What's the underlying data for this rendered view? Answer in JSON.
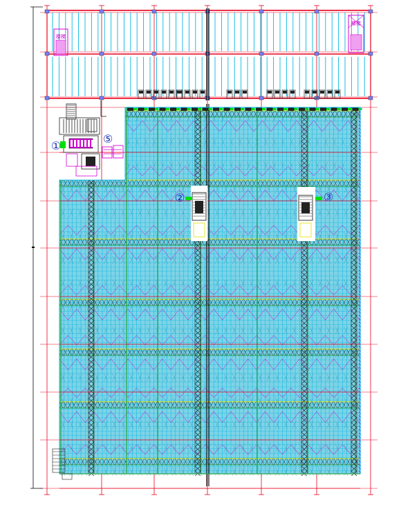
{
  "drawing": {
    "stair_labels": [
      "楼梯",
      "楼梯"
    ],
    "markers": [
      {
        "id": "1",
        "label": "①"
      },
      {
        "id": "2",
        "label": "②"
      },
      {
        "id": "3",
        "label": "③"
      },
      {
        "id": "5",
        "label": "⑤"
      }
    ]
  },
  "colors": {
    "background": "#ffffff",
    "grid_red": "#e8001c",
    "rack_fill": "#7fd3e6",
    "rack_line": "#00b7e3",
    "steel_green": "#2ba84a",
    "upright_black": "#222222",
    "accent_yellow": "#e0e000",
    "accent_magenta": "#d400d4",
    "marker_blue": "#1a2fb8",
    "bright_green": "#00e000"
  }
}
